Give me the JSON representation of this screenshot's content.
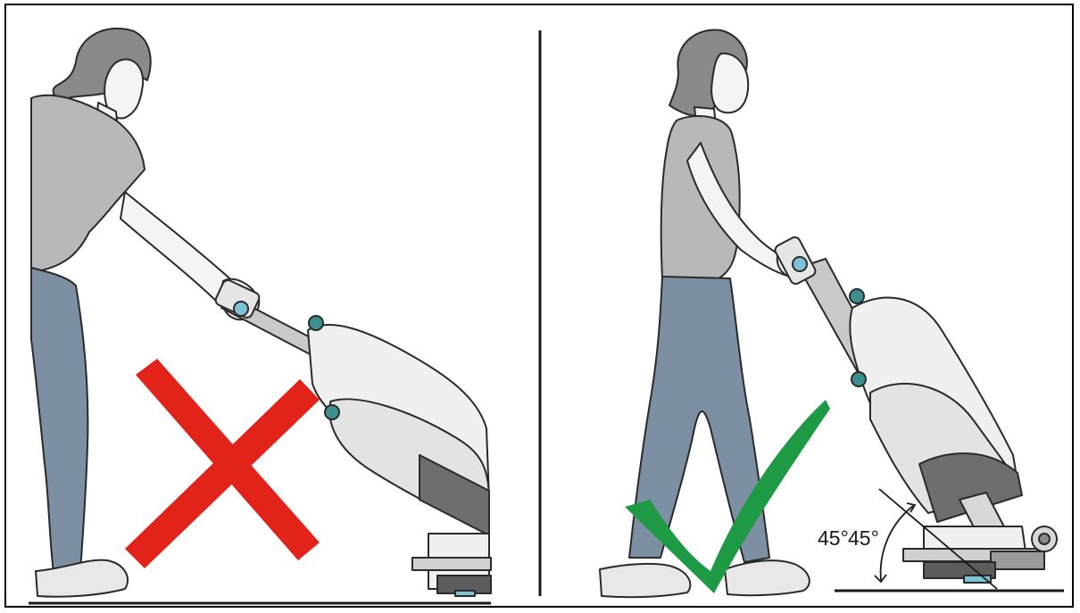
{
  "panels": {
    "wrong": {
      "marker": "cross",
      "marker_color": "#e2231a"
    },
    "right": {
      "marker": "check",
      "marker_color": "#1e9a45"
    }
  },
  "angle": {
    "label_a": "45°",
    "label_b": "45°"
  },
  "colors": {
    "shirt": "#b8b8b8",
    "pants": "#7d8fa3",
    "skin": "#f4f4f4",
    "hair": "#8a8a8a",
    "machine_body": "#f0f0f0",
    "machine_dark": "#6e6e6e",
    "knob": "#3d8f8f",
    "outline": "#2a2a2a"
  }
}
